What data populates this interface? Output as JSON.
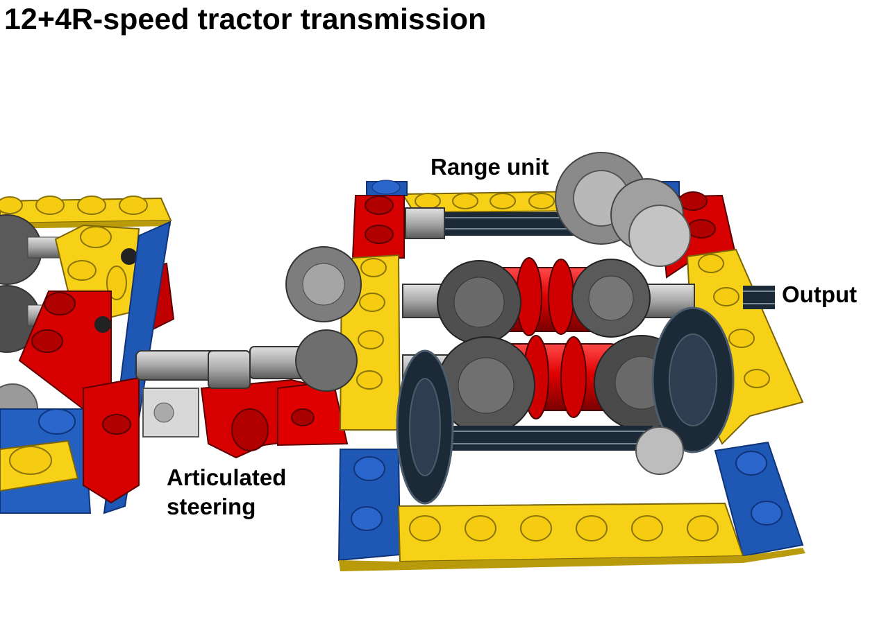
{
  "title": "12+4R-speed tractor transmission",
  "labels": {
    "range_unit": "Range unit",
    "output": "Output",
    "articulated_line1": "Articulated",
    "articulated_line2": "steering"
  },
  "colors": {
    "yellow": "#f7d117",
    "yellow_dark": "#b99a0a",
    "red": "#d60000",
    "red_dark": "#8c0000",
    "blue": "#1f57b4",
    "blue_dark": "#0f3378",
    "gray": "#9b9b9b",
    "gray_light": "#c8c8c8",
    "dark_gray": "#555555",
    "black_axle": "#1c2a38"
  }
}
